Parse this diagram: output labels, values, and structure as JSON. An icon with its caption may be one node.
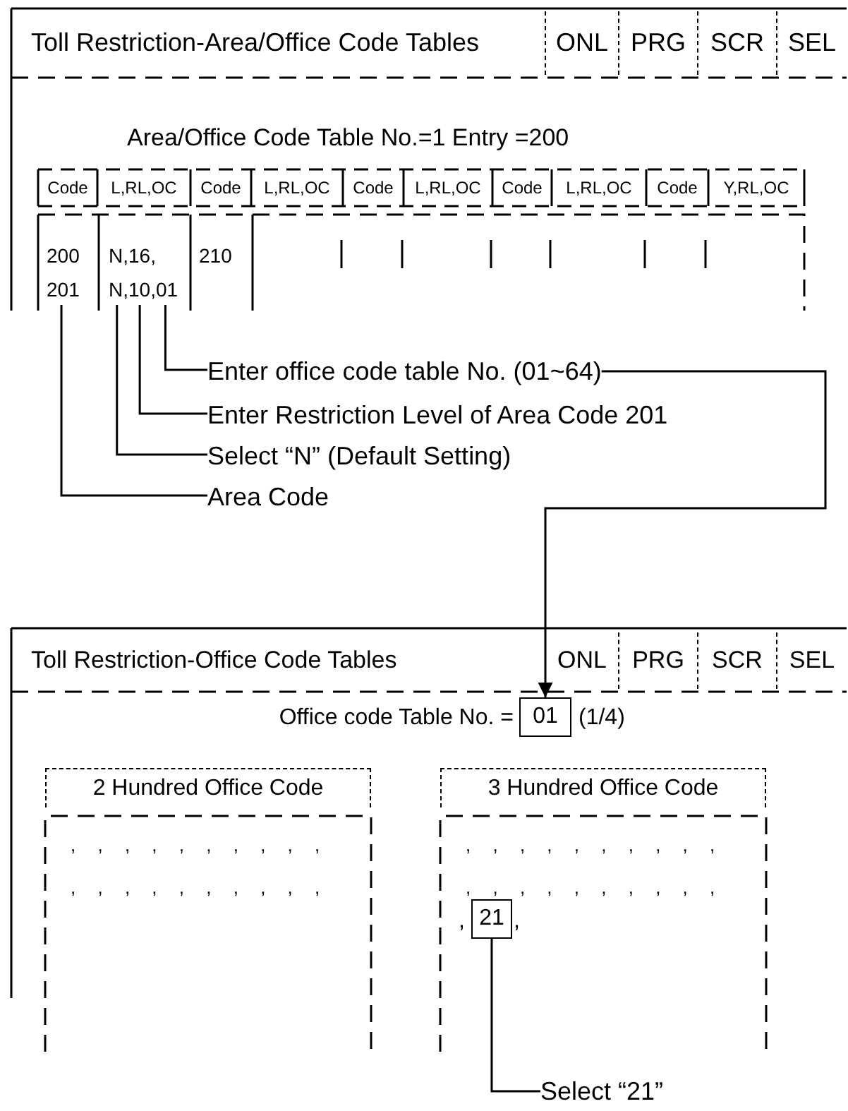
{
  "diagram": {
    "nodes": [
      {
        "text": [
          "Toll Restriction-Area/Office Code Tables"
        ]
      },
      {
        "text": [
          "ONL"
        ]
      },
      {
        "text": [
          "PRG"
        ]
      },
      {
        "text": [
          "SCR"
        ]
      },
      {
        "text": [
          "SEL"
        ]
      },
      {
        "text": [
          "201"
        ]
      },
      {
        "text": [
          "N,10,01"
        ]
      },
      {
        "text": [
          "Enter office code table No. (01~64)"
        ]
      },
      {
        "text": [
          "Enter Restriction Level of Area Code 201"
        ]
      },
      {
        "text": [
          "Select “N” (Default Setting)"
        ]
      },
      {
        "text": [
          "Area Code"
        ]
      },
      {
        "text": [
          "Toll Restriction-Office Code Tables"
        ]
      },
      {
        "text": [
          "ONL"
        ]
      },
      {
        "text": [
          "PRG"
        ]
      },
      {
        "text": [
          "SCR"
        ]
      },
      {
        "text": [
          "SEL"
        ]
      },
      {
        "text": [
          "01"
        ]
      },
      {
        "text": [
          "2 Hundred Office Code"
        ]
      },
      {
        "text": [
          "3 Hundred Office Code"
        ]
      },
      {
        "text": [
          "21"
        ],
        "beside": [
          ",",
          ","
        ]
      },
      {
        "text": [
          "Select “21”"
        ]
      }
    ],
    "edges": [
      {
        "from": 7,
        "to": 6,
        "arrow": "none"
      },
      {
        "from": 8,
        "to": 6,
        "arrow": "none"
      },
      {
        "from": 9,
        "to": 6,
        "arrow": "none"
      },
      {
        "from": 10,
        "to": 5,
        "arrow": "none"
      },
      {
        "from": 7,
        "to": 16,
        "arrow": "to"
      },
      {
        "from": 20,
        "to": 19,
        "arrow": "none"
      }
    ],
    "labels": [
      "Area/Office Code Table No.=1   Entry =200",
      "Code",
      "L,RL,OC",
      "Code",
      "L,RL,OC",
      "Code",
      "L,RL,OC",
      "Code",
      "L,RL,OC",
      "Code",
      "Y,RL,OC",
      "200",
      "N,16,",
      "210",
      "Office code Table No. =",
      "(1/4)",
      ", , , , , , , , , ,",
      ", , , , , , , , , ,",
      ", , , , , , , , , ,",
      ", , , , , , , , , ,"
    ]
  }
}
